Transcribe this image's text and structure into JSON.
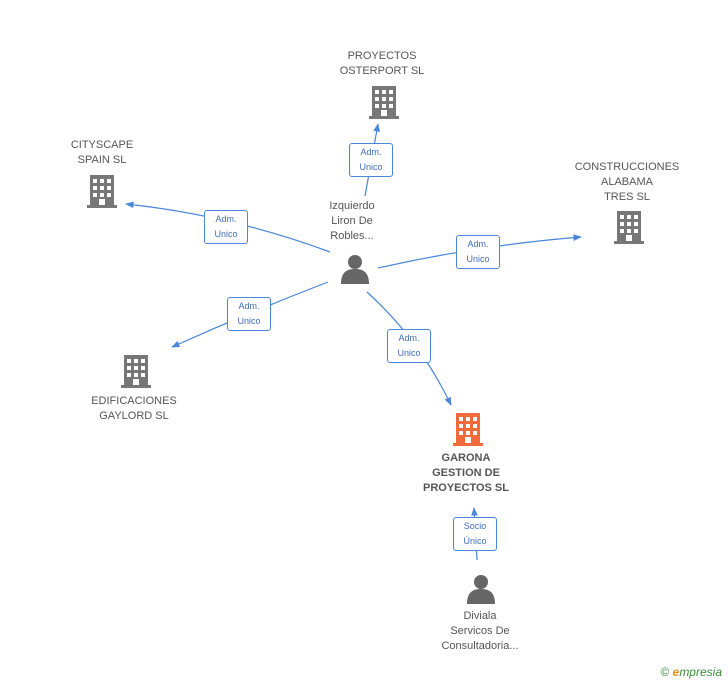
{
  "colors": {
    "edge": "#4a86d9",
    "company": "#777777",
    "focus": "#f06a3c",
    "person": "#666666"
  },
  "nodes": {
    "person_main": {
      "label": "Izquierdo\nLiron De\nRobles..."
    },
    "proyectos_osterport": {
      "label": "PROYECTOS\nOSTERPORT SL"
    },
    "cityscape_spain": {
      "label": "CITYSCAPE\nSPAIN SL"
    },
    "construcciones_alabama": {
      "label": "CONSTRUCCIONES\nALABAMA\nTRES SL"
    },
    "edificaciones_gaylord": {
      "label": "EDIFICACIONES\nGAYLORD SL"
    },
    "garona_gestion": {
      "label": "GARONA\nGESTION DE\nPROYECTOS SL"
    },
    "diviala_servicos": {
      "label": "Diviala\nServicos De\nConsultadoria..."
    }
  },
  "edges": {
    "to_osterport": "Adm.\nUnico",
    "to_cityscape": "Adm.\nUnico",
    "to_alabama": "Adm.\nUnico",
    "to_gaylord": "Adm.\nUnico",
    "to_garona": "Adm.\nUnico",
    "diviala_to_garona": "Socio\nÚnico"
  },
  "brand": {
    "copyright": "©",
    "initial": "e",
    "rest": "mpresia"
  }
}
